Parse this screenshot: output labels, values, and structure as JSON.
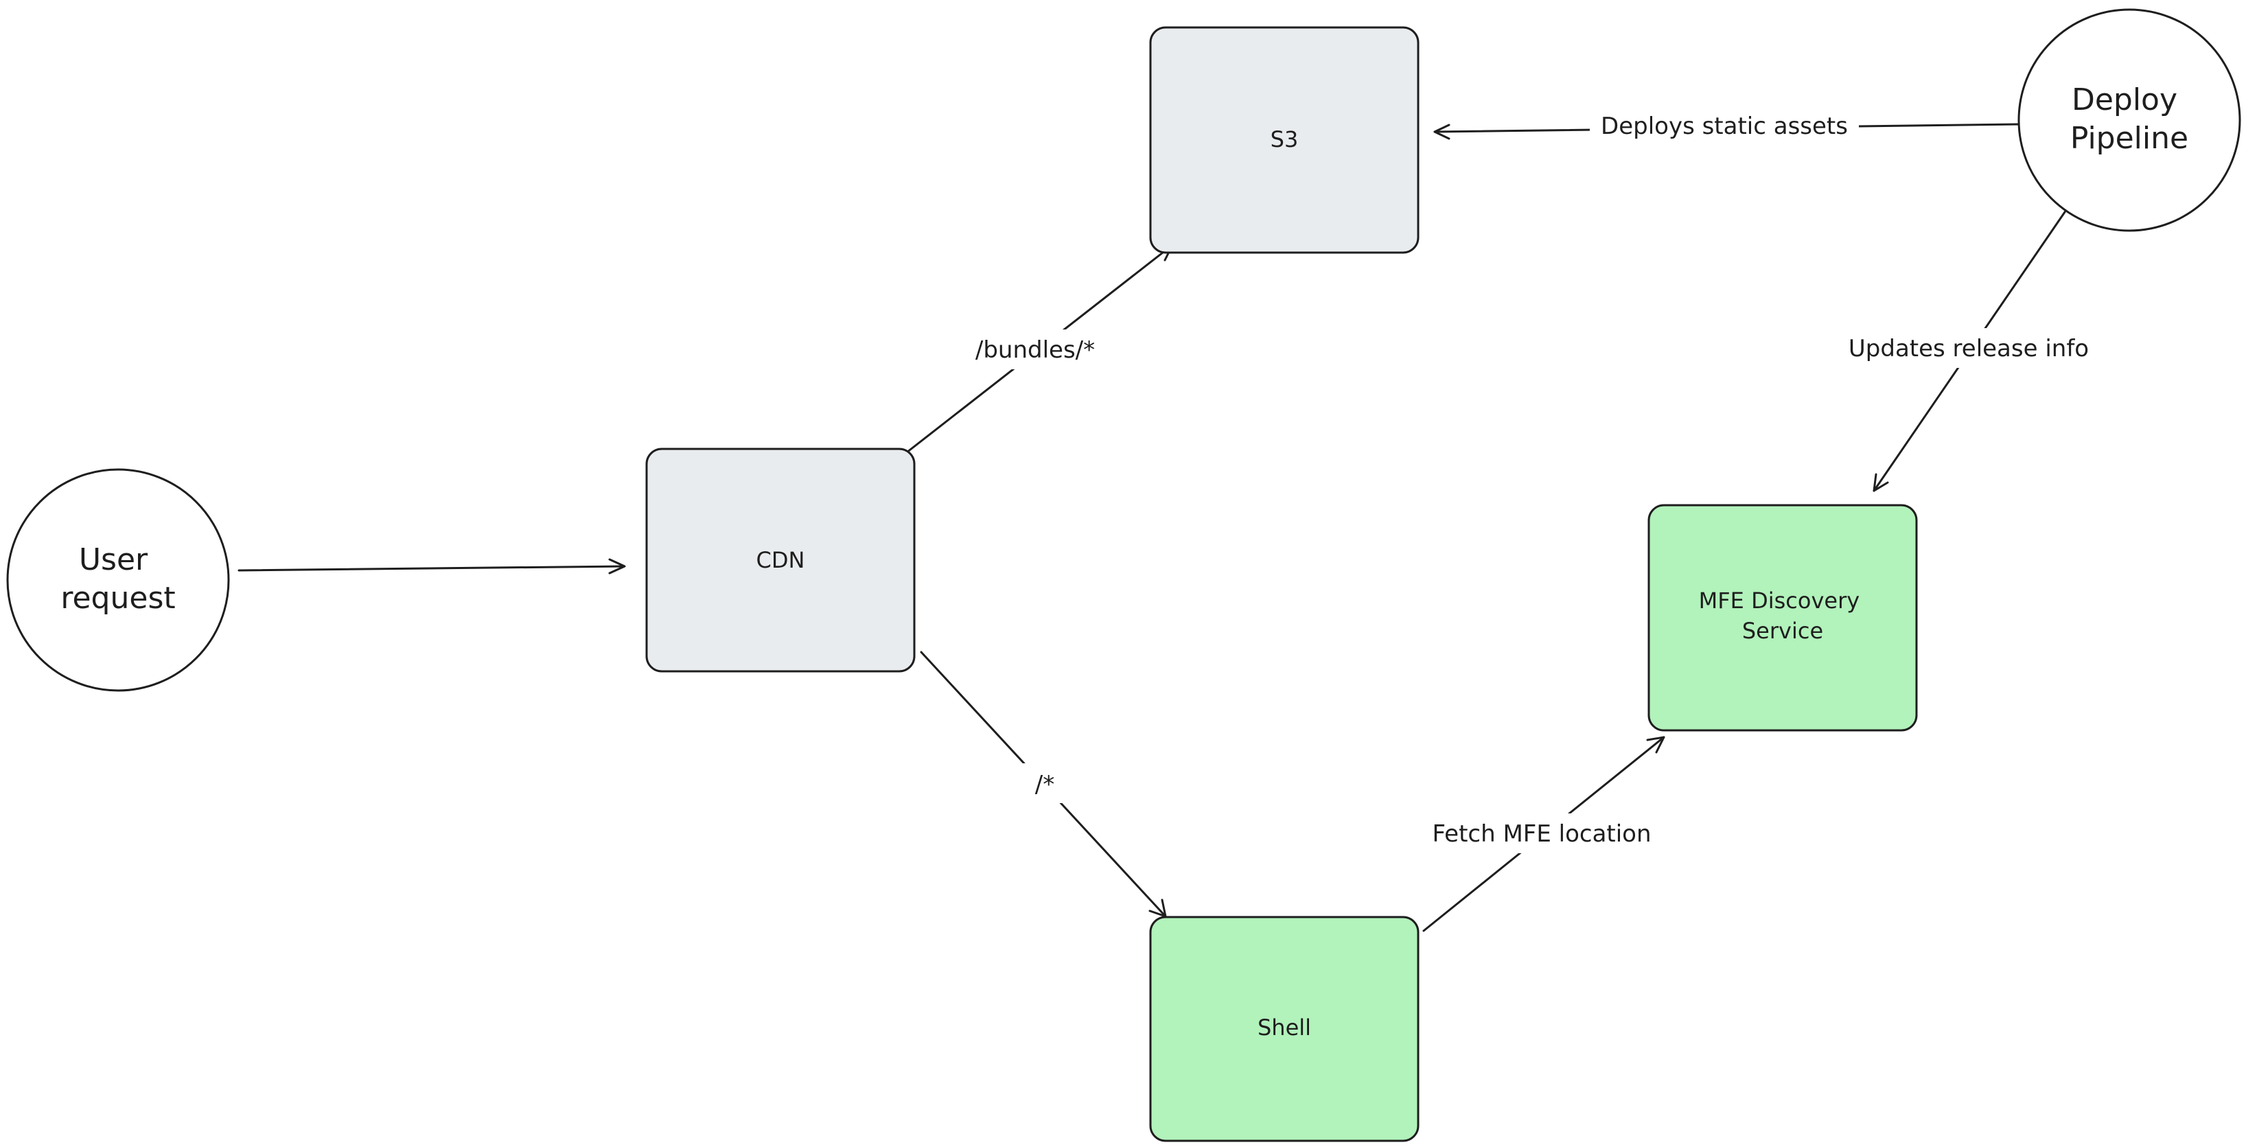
{
  "colors": {
    "stroke": "#1e1e1e",
    "gray_fill": "#e9ecef",
    "green_fill": "#b2f2bb",
    "circle_fill": "#ffffff",
    "background": "#ffffff"
  },
  "nodes": {
    "user_request": {
      "lines": [
        "User",
        "request"
      ],
      "shape": "circle",
      "fill": "white"
    },
    "cdn": {
      "lines": [
        "CDN"
      ],
      "shape": "rectangle",
      "fill": "gray"
    },
    "s3": {
      "lines": [
        "S3"
      ],
      "shape": "rectangle",
      "fill": "gray"
    },
    "shell": {
      "lines": [
        "Shell"
      ],
      "shape": "rectangle",
      "fill": "green"
    },
    "mfe_discovery": {
      "lines": [
        "MFE Discovery",
        "Service"
      ],
      "shape": "rectangle",
      "fill": "green"
    },
    "deploy_pipeline": {
      "lines": [
        "Deploy",
        "Pipeline"
      ],
      "shape": "circle",
      "fill": "white"
    }
  },
  "edges": {
    "user_to_cdn": {
      "from": "User request",
      "to": "CDN",
      "label": ""
    },
    "cdn_to_s3": {
      "from": "CDN",
      "to": "S3",
      "label": "/bundles/*"
    },
    "cdn_to_shell": {
      "from": "CDN",
      "to": "Shell",
      "label": "/*"
    },
    "shell_to_mfe": {
      "from": "Shell",
      "to": "MFE Discovery Service",
      "label": "Fetch MFE location"
    },
    "deploy_to_s3": {
      "from": "Deploy Pipeline",
      "to": "S3",
      "label": "Deploys static assets"
    },
    "deploy_to_mfe": {
      "from": "Deploy Pipeline",
      "to": "MFE Discovery Service",
      "label": "Updates release info"
    }
  }
}
